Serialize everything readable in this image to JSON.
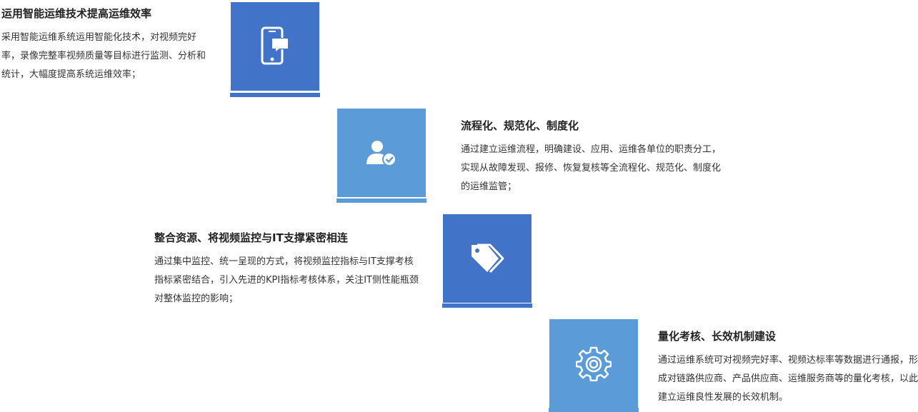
{
  "items": [
    {
      "title": "运用智能运维技术提高运维效率",
      "description": "采用智能运维系统运用智能化技术，对视频完好率，录像完整率视频质量等目标进行监测、分析和统计，大幅度提高系统运维效率；",
      "icon": "mobile-message-icon",
      "color": "#4173c9"
    },
    {
      "title": "流程化、规范化、制度化",
      "description": "通过建立运维流程，明确建设、应用、运维各单位的职责分工，实现从故障发现、报修、恢复复核等全流程化、规范化、制度化的运维监管；",
      "icon": "user-check-icon",
      "color": "#5b9bd8"
    },
    {
      "title": "整合资源、将视频监控与IT支撑紧密相连",
      "description": "通过集中监控、统一呈现的方式，将视频监控指标与IT支撑考核指标紧密结合，引入先进的KPI指标考核体系，关注IT侧性能瓶颈对整体监控的影响；",
      "icon": "tags-icon",
      "color": "#4173c9"
    },
    {
      "title": "量化考核、长效机制建设",
      "description": "通过运维系统可对视频完好率、视频达标率等数据进行通报，形成对链路供应商、产品供应商、运维服务商等的量化考核，以此建立运维良性发展的长效机制。",
      "icon": "gear-icon",
      "color": "#5b9bd8"
    }
  ]
}
